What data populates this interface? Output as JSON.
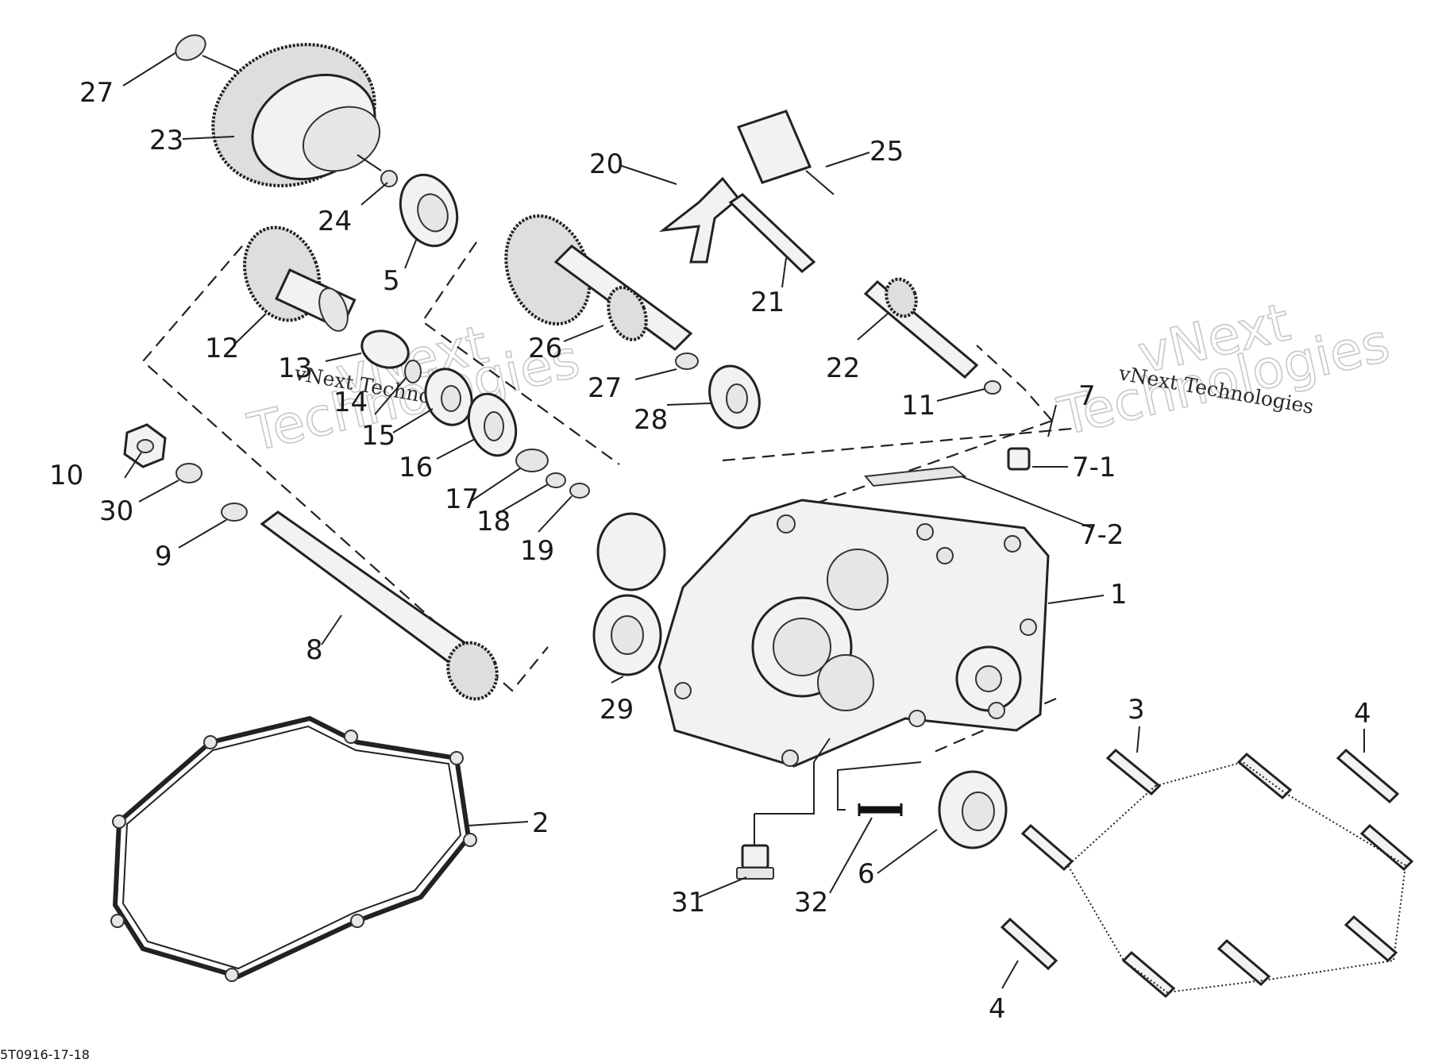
{
  "diagram_code": "5T0916-17-18",
  "watermarks": [
    {
      "small": "vNext Technologies",
      "big1": "vNext",
      "big2": "Technologies"
    },
    {
      "small": "vNext Technologies",
      "big1": "vNext",
      "big2": "Technologies"
    }
  ],
  "callouts": [
    {
      "id": "27a",
      "text": "27"
    },
    {
      "id": "23",
      "text": "23"
    },
    {
      "id": "24",
      "text": "24"
    },
    {
      "id": "5",
      "text": "5"
    },
    {
      "id": "12",
      "text": "12"
    },
    {
      "id": "13",
      "text": "13"
    },
    {
      "id": "14",
      "text": "14"
    },
    {
      "id": "15",
      "text": "15"
    },
    {
      "id": "16",
      "text": "16"
    },
    {
      "id": "10",
      "text": "10"
    },
    {
      "id": "30",
      "text": "30"
    },
    {
      "id": "9",
      "text": "9"
    },
    {
      "id": "8",
      "text": "8"
    },
    {
      "id": "17",
      "text": "17"
    },
    {
      "id": "18",
      "text": "18"
    },
    {
      "id": "19",
      "text": "19"
    },
    {
      "id": "26",
      "text": "26"
    },
    {
      "id": "27b",
      "text": "27"
    },
    {
      "id": "28",
      "text": "28"
    },
    {
      "id": "20",
      "text": "20"
    },
    {
      "id": "21",
      "text": "21"
    },
    {
      "id": "25",
      "text": "25"
    },
    {
      "id": "22",
      "text": "22"
    },
    {
      "id": "11",
      "text": "11"
    },
    {
      "id": "7",
      "text": "7"
    },
    {
      "id": "7-1",
      "text": "7-1"
    },
    {
      "id": "7-2",
      "text": "7-2"
    },
    {
      "id": "1",
      "text": "1"
    },
    {
      "id": "29",
      "text": "29"
    },
    {
      "id": "2",
      "text": "2"
    },
    {
      "id": "3",
      "text": "3"
    },
    {
      "id": "4a",
      "text": "4"
    },
    {
      "id": "4b",
      "text": "4"
    },
    {
      "id": "6",
      "text": "6"
    },
    {
      "id": "31",
      "text": "31"
    },
    {
      "id": "32",
      "text": "32"
    }
  ]
}
